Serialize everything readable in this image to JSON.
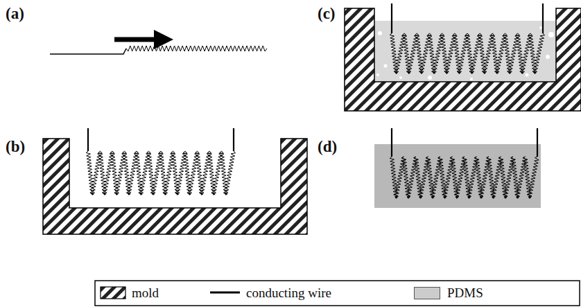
{
  "diagram": {
    "labels": [
      "(a)",
      "(b)",
      "(c)",
      "(d)"
    ],
    "legend": [
      {
        "text": "mold"
      },
      {
        "text": "conducting wire"
      },
      {
        "text": "PDMS",
        "color": "#cccccc"
      }
    ]
  }
}
